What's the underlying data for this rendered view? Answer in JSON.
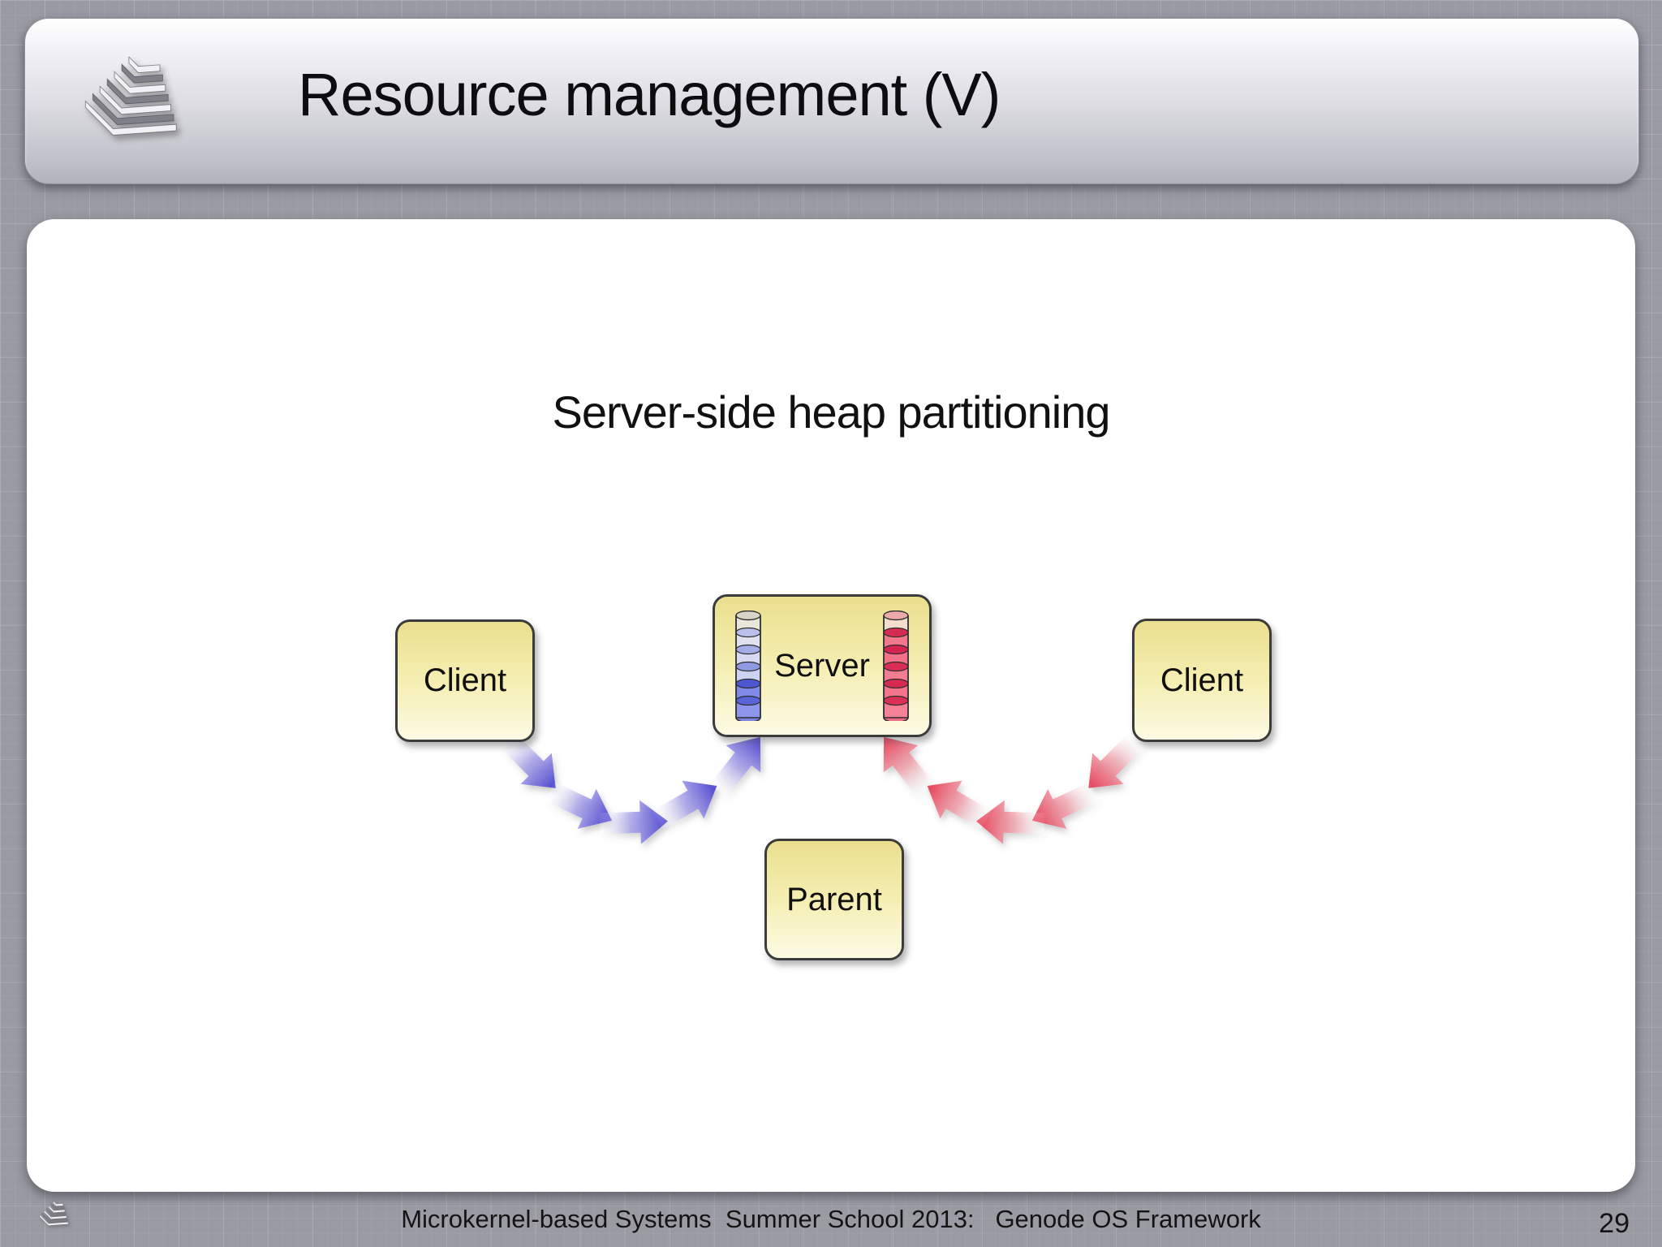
{
  "slide_title": "Resource management (V)",
  "content_heading": "Server-side heap partitioning",
  "nodes": {
    "client_left": "Client",
    "server": "Server",
    "client_right": "Client",
    "parent": "Parent"
  },
  "diagram": {
    "description": "Two clients connected to a server through curved chevron-arrow flows; parent node below; server holds two partitioned heap cylinders",
    "heap_partitions": [
      {
        "owner": "client_left",
        "color": "#5a5fd8",
        "segments": 6,
        "filled_segments": 2
      },
      {
        "owner": "client_right",
        "color": "#e8415a",
        "segments": 6,
        "filled_segments": 5
      }
    ],
    "flows": [
      {
        "from": "client_left",
        "to": "server",
        "color": "#4b42cf",
        "arrow_count": 5
      },
      {
        "from": "client_right",
        "to": "server",
        "color": "#e63a52",
        "arrow_count": 5
      }
    ],
    "node_fill": "#f2e79e",
    "node_border": "#3b3b3b"
  },
  "footer": {
    "text": "Microkernel-based Systems  Summer School 2013:   Genode OS Framework",
    "page_number": "29"
  }
}
